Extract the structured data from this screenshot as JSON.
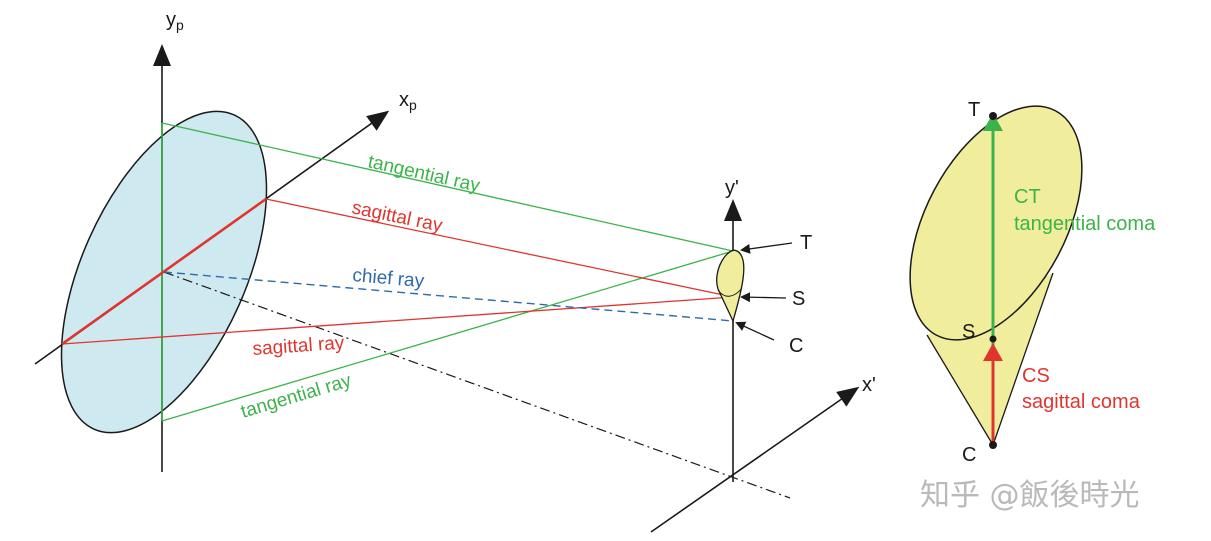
{
  "axes": {
    "yp": {
      "main": "y",
      "sub": "p"
    },
    "xp": {
      "main": "x",
      "sub": "p"
    },
    "y_prime": "y'",
    "x_prime": "x'"
  },
  "rays": {
    "tangential_upper": "tangential ray",
    "sagittal_upper": "sagittal ray",
    "chief": "chief ray",
    "sagittal_lower": "sagittal ray",
    "tangential_lower": "tangential ray"
  },
  "image_points": {
    "T": "T",
    "S": "S",
    "C": "C"
  },
  "coma_detail": {
    "T": "T",
    "S": "S",
    "C": "C",
    "ct_label": "CT",
    "ct_desc": "tangential coma",
    "cs_label": "CS",
    "cs_desc": "sagittal coma"
  },
  "watermark": "知乎 @飯後時光",
  "colors": {
    "pupil_fill": "#cfe9f0",
    "spot_fill": "#f0ee9c",
    "tangential": "#3cb34a",
    "sagittal": "#e0352f",
    "chief": "#2e6ba8",
    "outline": "#1a1a1a"
  }
}
